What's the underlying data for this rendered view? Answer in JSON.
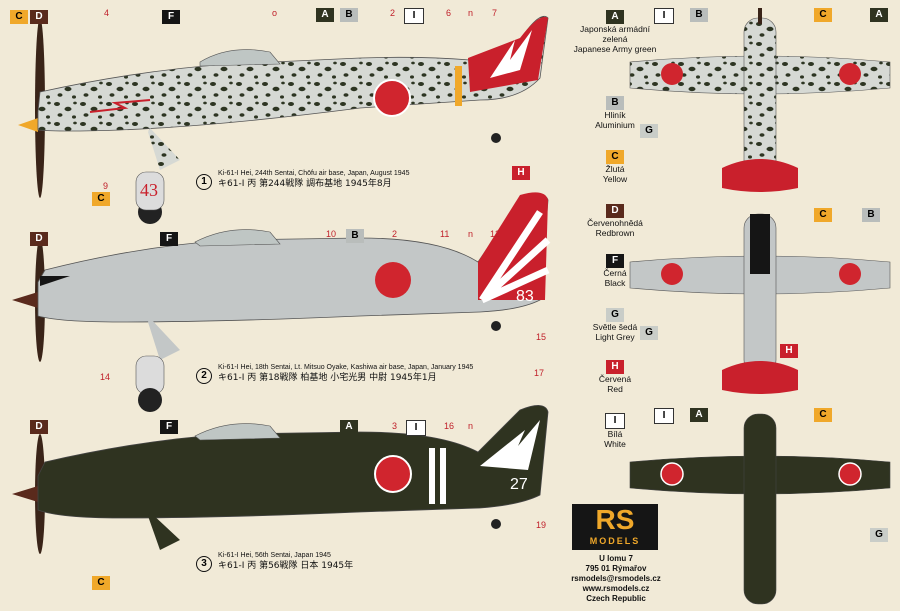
{
  "legend": [
    {
      "code": "A",
      "name_cz": "Japonská armádní zelená",
      "name_en": "Japanese Army green",
      "color": "#2f3320"
    },
    {
      "code": "B",
      "name_cz": "Hliník",
      "name_en": "Aluminium",
      "color": "#b9bdbb"
    },
    {
      "code": "C",
      "name_cz": "Žlutá",
      "name_en": "Yellow",
      "color": "#f0a82a"
    },
    {
      "code": "D",
      "name_cz": "Červenohnědá",
      "name_en": "Redbrown",
      "color": "#5a2a1c"
    },
    {
      "code": "F",
      "name_cz": "Černá",
      "name_en": "Black",
      "color": "#151515"
    },
    {
      "code": "G",
      "name_cz": "Světle šedá",
      "name_en": "Light Grey",
      "color": "#c9cdc8"
    },
    {
      "code": "H",
      "name_cz": "Červená",
      "name_en": "Red",
      "color": "#c9202c"
    },
    {
      "code": "I",
      "name_cz": "Bílá",
      "name_en": "White",
      "color": "#ffffff"
    }
  ],
  "profiles": [
    {
      "number": "1",
      "caption": "Ki-61-I Hei, 244th Sentai, Chōfu air base, Japan, August 1945",
      "caption_jp": "キ61-I 丙 第244戦隊 調布基地 1945年8月",
      "fin_code": "43"
    },
    {
      "number": "2",
      "caption": "Ki-61-I Hei, 18th Sentai, Lt. Mitsuo Oyake, Kashiwa air base, Japan, January 1945",
      "caption_jp": "キ61-I 丙 第18戦隊 柏基地 小宅光男 中尉 1945年1月",
      "fin_code": "83"
    },
    {
      "number": "3",
      "caption": "Ki-61-I Hei, 56th Sentai, Japan 1945",
      "caption_jp": "キ61-I 丙 第56戦隊 日本 1945年",
      "fin_code": "27"
    }
  ],
  "callouts_p1": [
    "4",
    "o",
    "2",
    "6",
    "n",
    "7",
    "9"
  ],
  "callouts_p2": [
    "10",
    "2",
    "11",
    "n",
    "12",
    "14",
    "15"
  ],
  "callouts_p3": [
    "3",
    "16",
    "n",
    "17",
    "19"
  ],
  "brand": {
    "logo": "RS",
    "sub": "MODELS"
  },
  "address": [
    "U lomu 7",
    "795 01 Rýmařov",
    "rsmodels@rsmodels.cz",
    "www.rsmodels.cz",
    "Czech Republic"
  ],
  "colors": {
    "bg": "#f1ead7",
    "hinomaru": "#d0252e",
    "callout": "#c0202a"
  }
}
